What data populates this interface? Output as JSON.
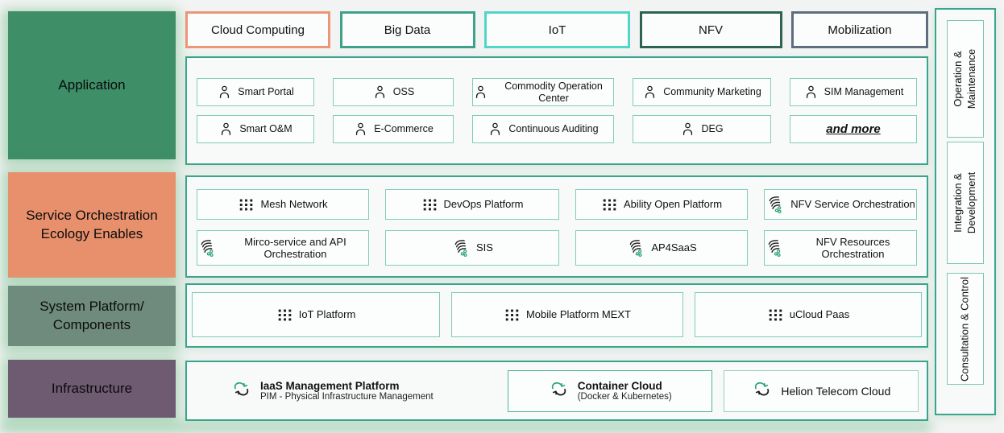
{
  "palette": {
    "page_bg": "#f2f4f3",
    "container_border": "#3aa48c",
    "item_border": "#82cdb8",
    "application_bg": "#3e8e68",
    "service_bg": "#e8906c",
    "system_bg": "#6f8b7d",
    "infrastructure_bg": "#6e5a71",
    "chip_cloud_border": "#ec9577",
    "chip_bigdata_border": "#3fa18a",
    "chip_iot_border": "#4fd6c9",
    "chip_nfv_border": "#2d6352",
    "chip_mobilization_border": "#5f6e7e",
    "icon_green": "#2ea573",
    "icon_black": "#1c1c1c"
  },
  "left": {
    "rows": [
      {
        "label": "Application"
      },
      {
        "label": "Service Orchestration Ecology Enables"
      },
      {
        "label": "System Platform/ Components"
      },
      {
        "label": "Infrastructure"
      }
    ]
  },
  "chips": [
    {
      "label": "Cloud Computing"
    },
    {
      "label": "Big Data"
    },
    {
      "label": "IoT"
    },
    {
      "label": "NFV"
    },
    {
      "label": "Mobilization"
    }
  ],
  "application": {
    "items": [
      {
        "label": "Smart Portal",
        "icon": "person"
      },
      {
        "label": "OSS",
        "icon": "person"
      },
      {
        "label": "Commodity Operation Center",
        "icon": "person"
      },
      {
        "label": "Community Marketing",
        "icon": "person"
      },
      {
        "label": "SIM Management",
        "icon": "person"
      },
      {
        "label": "Smart O&M",
        "icon": "person"
      },
      {
        "label": "E-Commerce",
        "icon": "person"
      },
      {
        "label": "Continuous Auditing",
        "icon": "person"
      },
      {
        "label": "DEG",
        "icon": "person"
      },
      {
        "label": "and more",
        "icon": "none"
      }
    ]
  },
  "service": {
    "items": [
      {
        "label": "Mesh Network",
        "icon": "grid"
      },
      {
        "label": "DevOps Platform",
        "icon": "grid"
      },
      {
        "label": "Ability Open Platform",
        "icon": "grid"
      },
      {
        "label": "NFV Service Orchestration",
        "icon": "orchestration"
      },
      {
        "label": "Mirco-service and API Orchestration",
        "icon": "orchestration"
      },
      {
        "label": "SIS",
        "icon": "orchestration"
      },
      {
        "label": "AP4SaaS",
        "icon": "orchestration"
      },
      {
        "label": "NFV Resources Orchestration",
        "icon": "orchestration"
      }
    ]
  },
  "system": {
    "items": [
      {
        "label": "IoT Platform",
        "icon": "grid"
      },
      {
        "label": "Mobile Platform MEXT",
        "icon": "grid"
      },
      {
        "label": "uCloud Paas",
        "icon": "grid"
      }
    ]
  },
  "infrastructure": {
    "items": [
      {
        "title": "IaaS Management Platform",
        "subtitle": "PIM - Physical Infrastructure Management",
        "icon": "sync-cloud"
      },
      {
        "title": "Container Cloud",
        "subtitle": "(Docker & Kubernetes)",
        "icon": "sync-cloud"
      },
      {
        "title": "Helion Telecom Cloud",
        "subtitle": "",
        "icon": "sync-cloud"
      }
    ]
  },
  "sidebar": {
    "items": [
      {
        "line1": "Operation &",
        "line2": "Maintenance"
      },
      {
        "line1": "Integration &",
        "line2": "Development"
      },
      {
        "line1": "Consultation & Control",
        "line2": ""
      }
    ]
  }
}
